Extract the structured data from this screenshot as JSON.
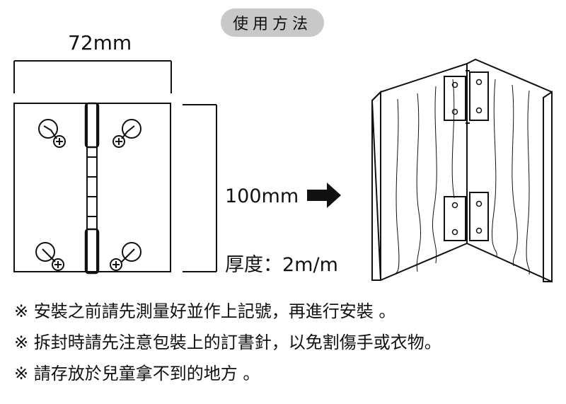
{
  "title": "使用方法",
  "dimensions": {
    "width": "72mm",
    "height": "100mm",
    "thickness": "厚度：2m/m"
  },
  "notes": [
    "※ 安裝之前請先測量好並作上記號，再進行安裝 。",
    "※ 拆封時請先注意包裝上的訂書針，以免割傷手或衣物。",
    "※ 請存放於兒童拿不到的地方 。"
  ]
}
